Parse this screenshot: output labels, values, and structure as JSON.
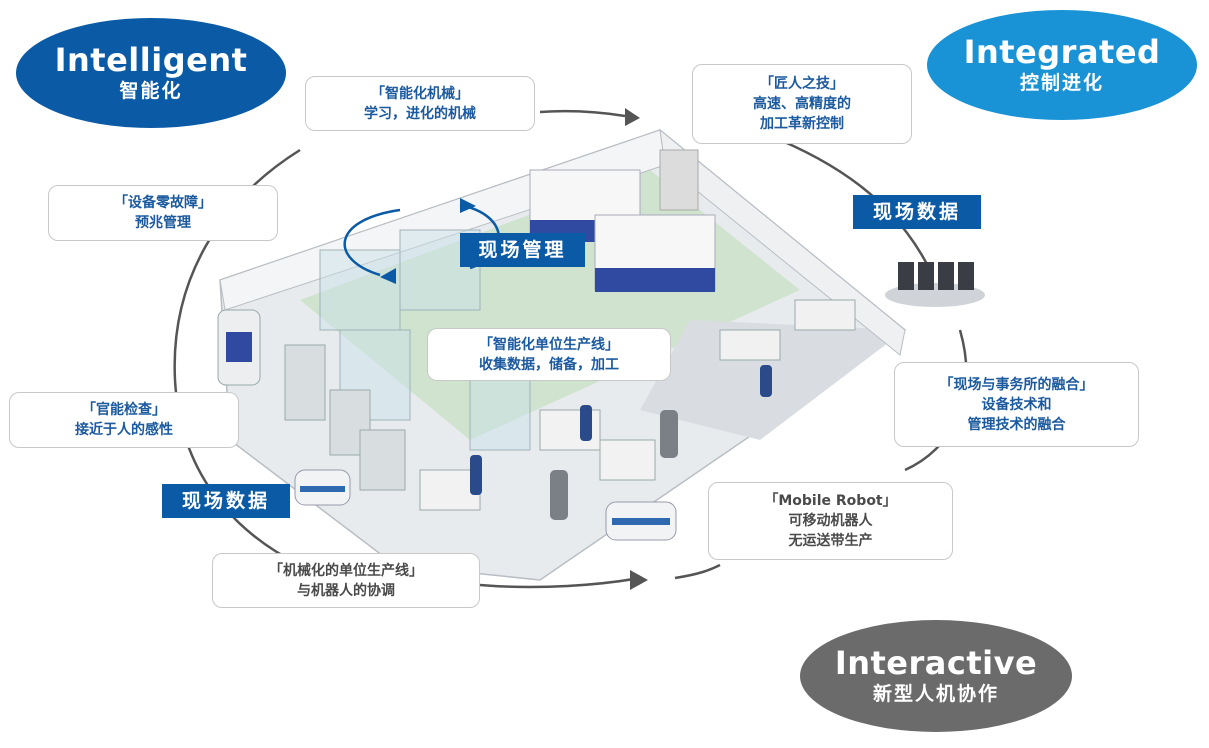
{
  "corners": {
    "intelligent": {
      "en": "Intelligent",
      "cn": "智能化",
      "color": "#0b5aa5"
    },
    "integrated": {
      "en": "Integrated",
      "cn": "控制进化",
      "color": "#1a93d6"
    },
    "interactive": {
      "en": "Interactive",
      "cn": "新型人机协作",
      "color": "#6b6b6b"
    }
  },
  "callouts": [
    {
      "id": "smart-machine",
      "lines": [
        "「智能化机械」",
        "学习，进化的机械"
      ]
    },
    {
      "id": "craftsman",
      "lines": [
        "「匠人之技」",
        "高速、高精度的",
        "加工革新控制"
      ]
    },
    {
      "id": "zero-failure",
      "lines": [
        "「设备零故障」",
        "预兆管理"
      ]
    },
    {
      "id": "smart-cell",
      "lines": [
        "「智能化单位生产线」",
        "收集数据，储备，加工"
      ]
    },
    {
      "id": "sensory-check",
      "lines": [
        "「官能检查」",
        "接近于人的感性"
      ]
    },
    {
      "id": "office-fusion",
      "lines": [
        "「现场与事务所的融合」",
        "设备技术和",
        "管理技术的融合"
      ]
    },
    {
      "id": "mobile-robot",
      "lines": [
        "「Mobile Robot」",
        "可移动机器人",
        "无运送带生产"
      ]
    },
    {
      "id": "mechanized-cell",
      "lines": [
        "「机械化的单位生产线」",
        "与机器人的协调"
      ]
    }
  ],
  "tags": {
    "field_data_right": "现场数据",
    "field_mgmt": "现场管理",
    "field_data_left": "现场数据"
  },
  "colors": {
    "accent_blue": "#0b5aa5",
    "light_blue": "#1a93d6",
    "gray": "#6b6b6b",
    "floor_green": "#cfe3cf"
  }
}
